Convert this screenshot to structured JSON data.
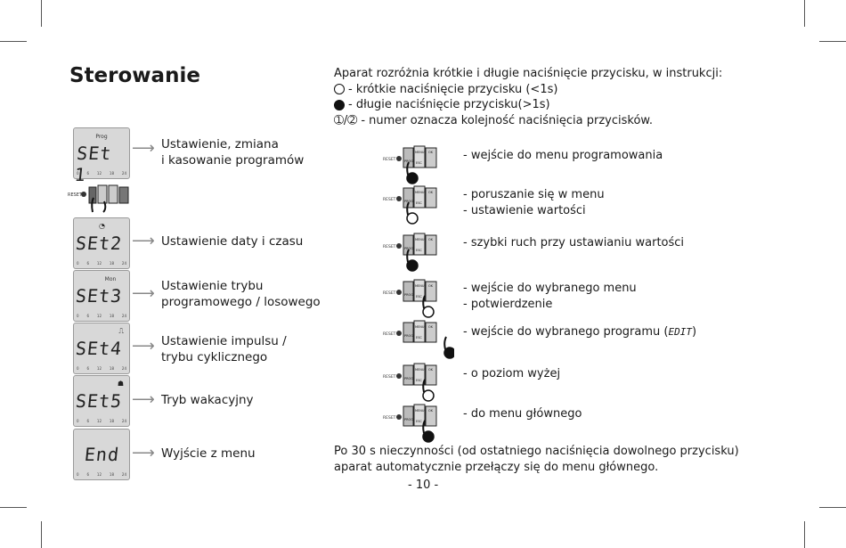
{
  "title": "Sterowanie",
  "intro": {
    "line1": "Aparat rozróżnia krótkie i długie naciśnięcie przycisku, w instrukcji:",
    "short_press": "- krótkie naciśnięcie przycisku (<1s)",
    "long_press": "- długie naciśnięcie przycisku(>1s)",
    "order_symbols": "➀/➁",
    "order": "- numer oznacza kolejność naciśnięcia przycisków."
  },
  "menu_items": [
    {
      "top_text": "Prog",
      "display": "SEt 1",
      "label1": "Ustawienie, zmiana",
      "label2": "i kasowanie programów"
    },
    {
      "top_text": "",
      "display": "SEt2",
      "label1": "Ustawienie  daty i czasu",
      "label2": ""
    },
    {
      "top_text": "Mon",
      "display": "SEt3",
      "label1": "Ustawienie trybu",
      "label2": "programowego / losowego"
    },
    {
      "top_text": "",
      "display": "SEt4",
      "label1": "Ustawienie  impulsu /",
      "label2": "trybu cyklicznego"
    },
    {
      "top_text": "",
      "display": "SEt5",
      "label1": "Tryb wakacyjny",
      "label2": ""
    },
    {
      "top_text": "",
      "display": "End",
      "label1": "Wyjście z menu",
      "label2": ""
    }
  ],
  "lcd_ticks": [
    "0",
    "6",
    "12",
    "18",
    "24"
  ],
  "keypad": {
    "reset": "RESET",
    "prog": "PROG",
    "plus": "+",
    "menu": "MENU",
    "esc": "ESC",
    "ok": "OK",
    "minus": "−"
  },
  "actions": [
    {
      "line1": "- wejście do menu programowania",
      "line2": ""
    },
    {
      "line1": "- poruszanie się w menu",
      "line2": "- ustawienie wartości"
    },
    {
      "line1": "- szybki ruch przy ustawianiu wartości",
      "line2": ""
    },
    {
      "line1": "- wejście do wybranego menu",
      "line2": "- potwierdzenie"
    },
    {
      "line1": "- wejście do wybranego programu (",
      "edit": "EDIT",
      "line1_end": ")",
      "line2": ""
    },
    {
      "line1": "- o poziom wyżej",
      "line2": ""
    },
    {
      "line1": "- do menu głównego",
      "line2": ""
    }
  ],
  "footer": "Po 30 s nieczynności (od ostatniego naciśnięcia dowolnego przycisku) aparat automatycznie przełączy się do menu głównego.",
  "page_number": "- 10 -"
}
